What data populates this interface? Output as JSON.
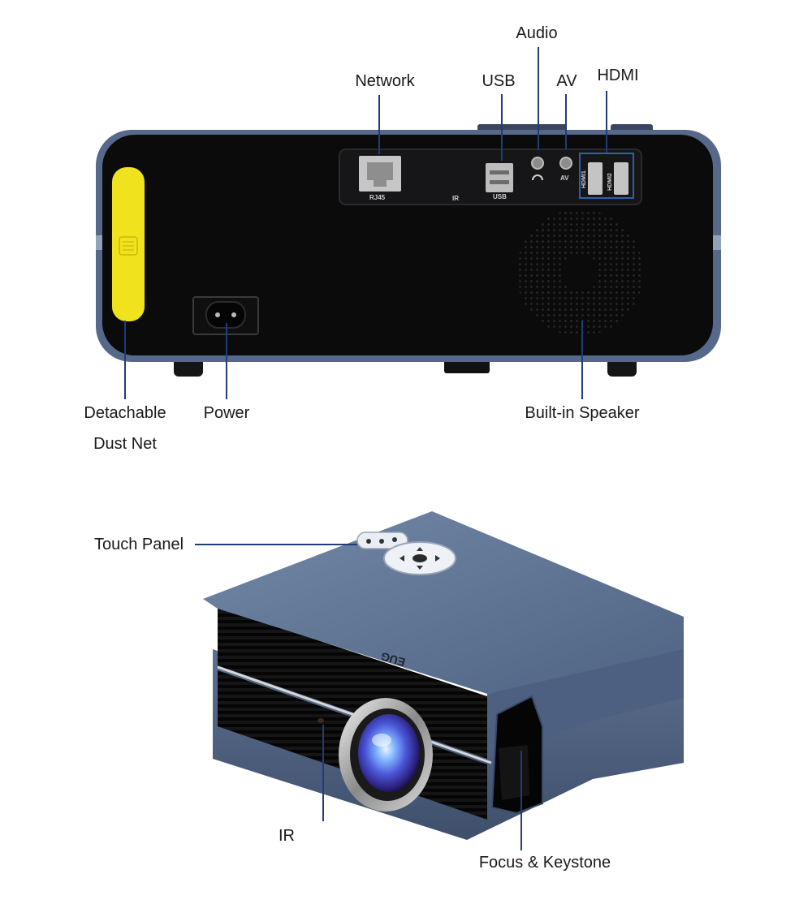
{
  "rear_view": {
    "callouts": {
      "audio": "Audio",
      "network": "Network",
      "usb": "USB",
      "av": "AV",
      "hdmi": "HDMI",
      "dust_net_line1": "Detachable",
      "dust_net_line2": "Dust Net",
      "power": "Power",
      "speaker": "Built-in Speaker"
    },
    "port_marks": {
      "rj45": "RJ45",
      "ir": "IR",
      "usb": "USB",
      "av": "AV",
      "hdmi1": "HDMI1",
      "hdmi2": "HDMI2"
    }
  },
  "front_view": {
    "callouts": {
      "touch_panel": "Touch Panel",
      "ir": "IR",
      "focus_keystone": "Focus & Keystone"
    },
    "brand": "EUG"
  },
  "colors": {
    "body_black": "#0b0b0c",
    "trim_blue": "#56698a",
    "dust_net_yellow": "#f0e21c",
    "callout_line": "#1f3d78",
    "projector_blue": "#6a7f9c"
  }
}
